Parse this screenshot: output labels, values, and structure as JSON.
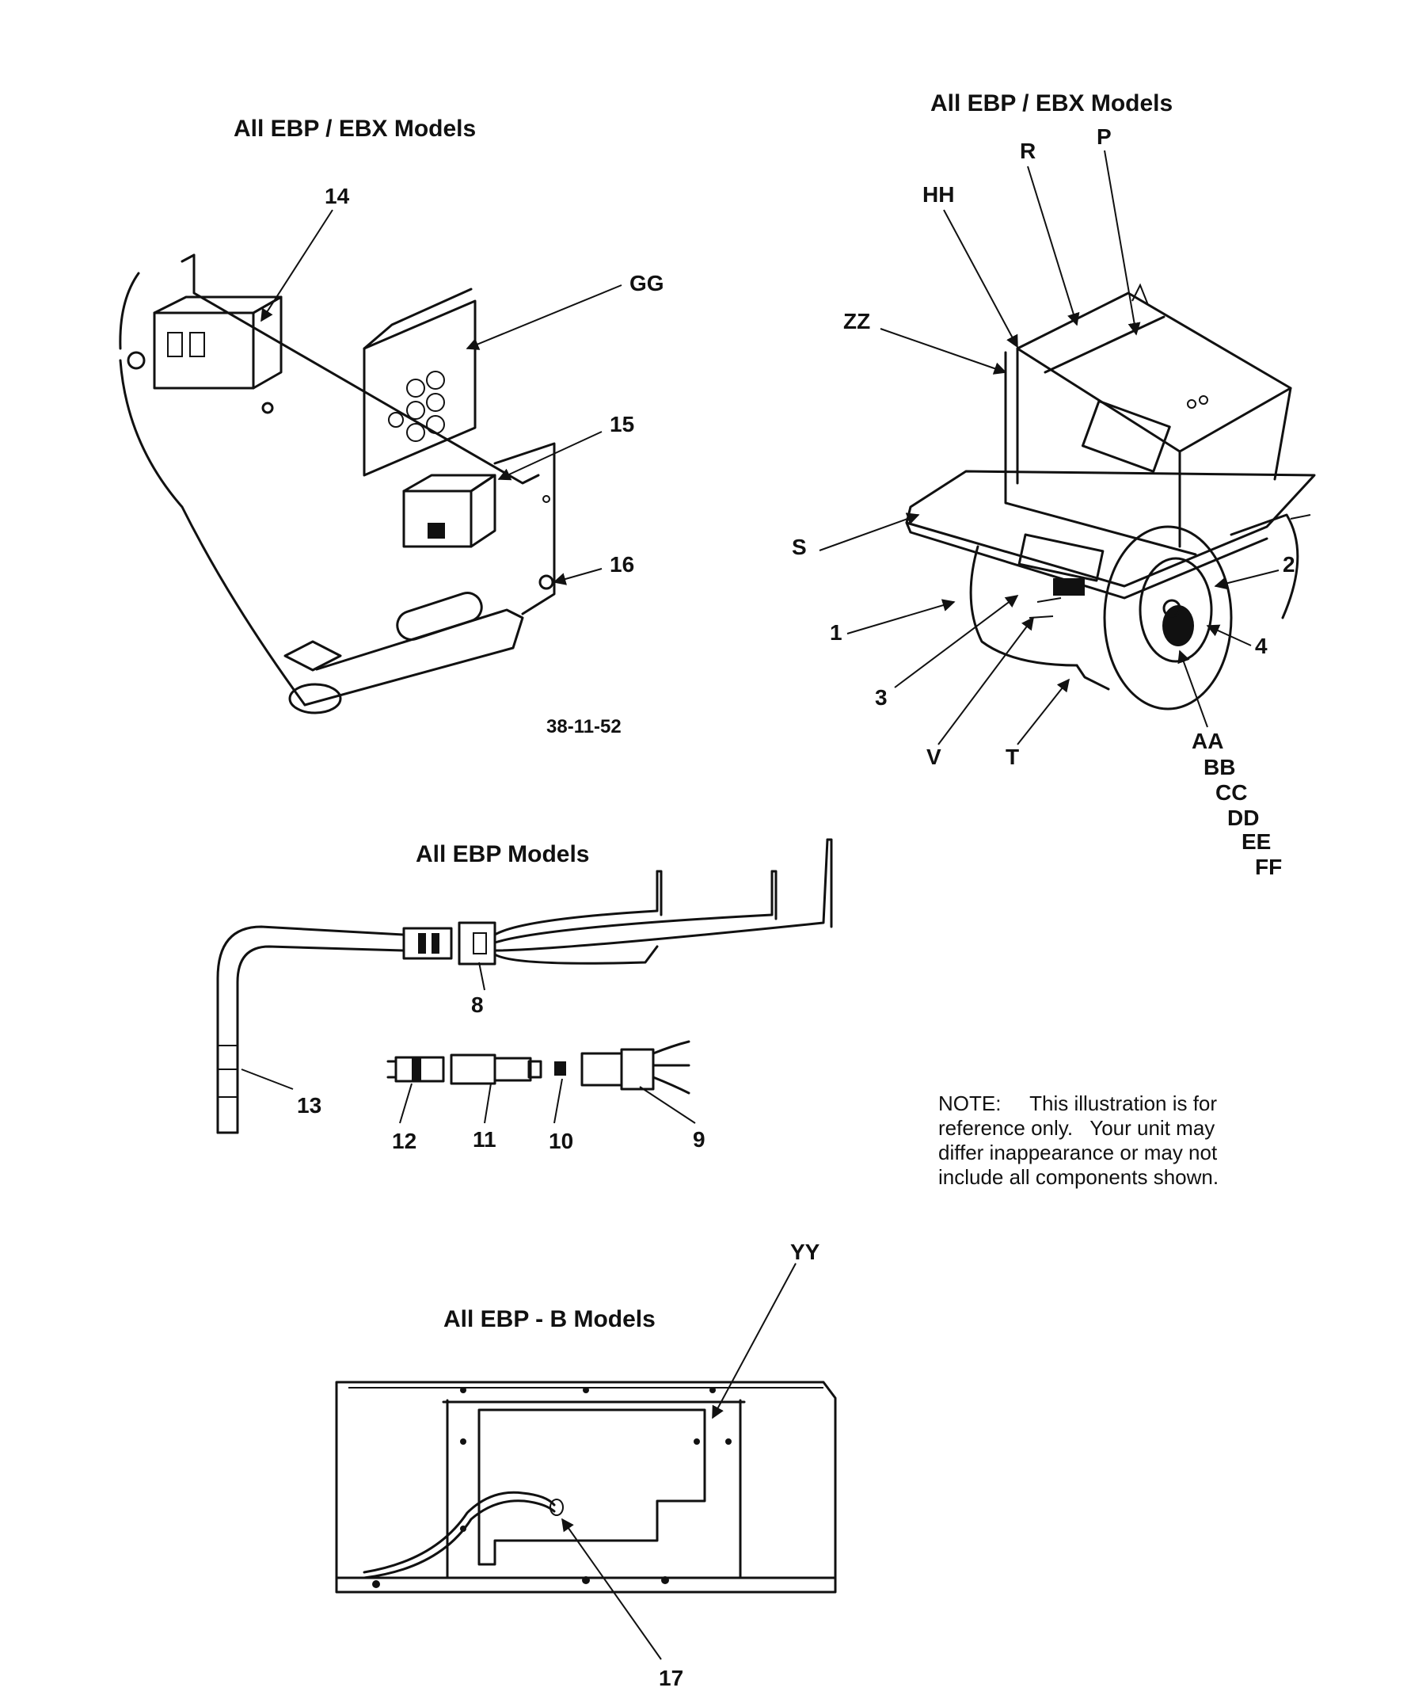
{
  "diagram": {
    "figure_code": "38-11-52",
    "panels": {
      "top_left": {
        "title": "All EBP / EBX Models",
        "callouts": [
          "14",
          "GG",
          "15",
          "16"
        ]
      },
      "top_right": {
        "title": "All EBP / EBX Models",
        "callouts": [
          "P",
          "R",
          "HH",
          "ZZ",
          "S",
          "2",
          "1",
          "4",
          "3",
          "V",
          "T",
          "AA",
          "BB",
          "CC",
          "DD",
          "EE",
          "FF"
        ]
      },
      "middle": {
        "title": "All EBP Models",
        "callouts": [
          "8",
          "13",
          "12",
          "11",
          "10",
          "9"
        ]
      },
      "bottom": {
        "title": "All EBP - B Models",
        "callouts": [
          "YY",
          "17"
        ]
      }
    },
    "note": [
      "NOTE:     This illustration is for",
      "reference only.   Your unit may",
      "differ inappearance or may not",
      "include all components shown."
    ]
  }
}
